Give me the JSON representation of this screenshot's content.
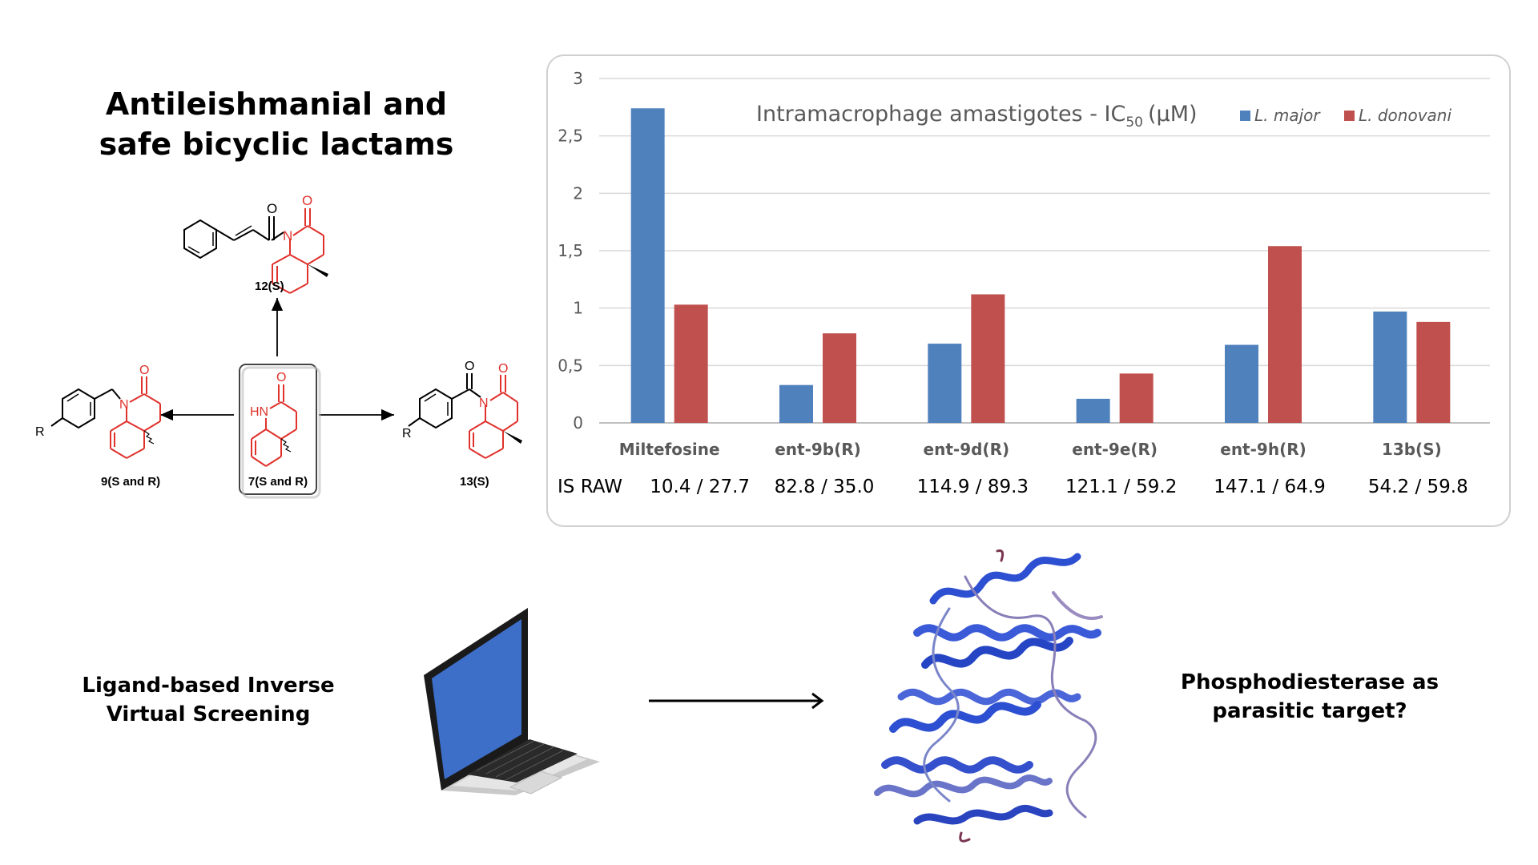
{
  "title": {
    "line1": "Antileishmanial and",
    "line2": "safe bicyclic lactams"
  },
  "chemistry": {
    "center_label": "7(S and R)",
    "top_label": "12(S)",
    "left_label": "9(S and R)",
    "right_label": "13(S)",
    "atom_N": "N",
    "atom_HN": "HN",
    "atom_O": "O",
    "atom_R": "R"
  },
  "chart_data": {
    "type": "bar",
    "title": "Intramacrophage amastigotes - IC",
    "title_sub": "50",
    "title_unit": "(µM)",
    "categories": [
      "Miltefosine",
      "ent-9b(R)",
      "ent-9d(R)",
      "ent-9e(R)",
      "ent-9h(R)",
      "13b(S)"
    ],
    "series": [
      {
        "name": "L. major",
        "color": "#4f81bd",
        "values": [
          2.74,
          0.33,
          0.69,
          0.21,
          0.68,
          0.97
        ]
      },
      {
        "name": "L. donovani",
        "color": "#c0504d",
        "values": [
          1.03,
          0.78,
          1.12,
          0.43,
          1.54,
          0.88
        ]
      }
    ],
    "ylim": [
      0,
      3
    ],
    "yticks": [
      0,
      0.5,
      1,
      1.5,
      2,
      2.5,
      3
    ],
    "ytick_labels": [
      "0",
      "0,5",
      "1",
      "1,5",
      "2",
      "2,5",
      "3"
    ],
    "grid": true,
    "legend_position": "top-right",
    "si_prefix": "IS RAW",
    "si_values": [
      "10.4 / 27.7",
      "82.8 / 35.0",
      "114.9 / 89.3",
      "121.1 / 59.2",
      "147.1 / 64.9",
      "54.2 / 59.8"
    ]
  },
  "bottom": {
    "left_caption_line1": "Ligand-based Inverse",
    "left_caption_line2": "Virtual Screening",
    "right_caption_line1": "Phosphodiesterase as",
    "right_caption_line2": "parasitic target?"
  },
  "colors": {
    "red": "#e0312b",
    "blue": "#3558d6"
  },
  "icons": {
    "laptop": "laptop-icon",
    "arrow": "arrow-right-icon",
    "protein": "protein-structure-icon"
  }
}
